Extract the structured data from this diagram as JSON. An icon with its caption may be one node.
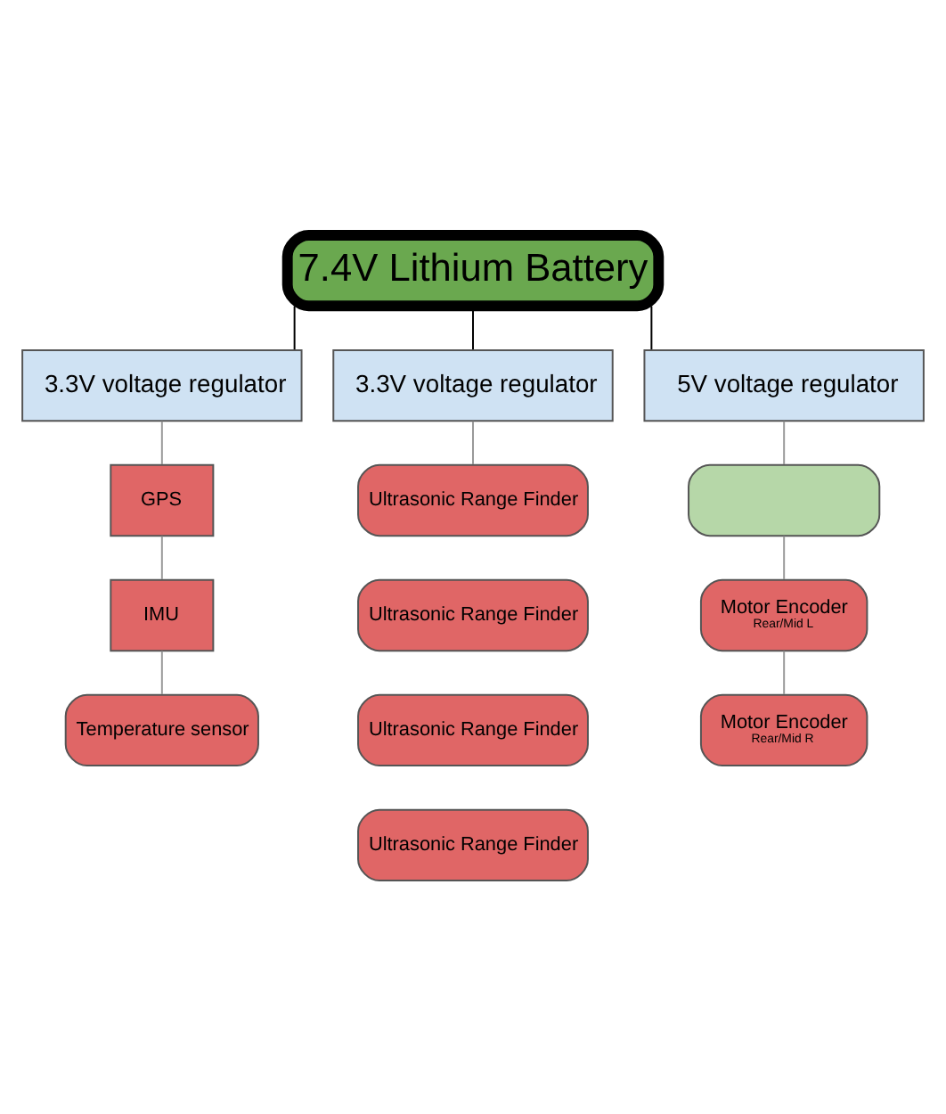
{
  "diagram": {
    "nodes": [
      {
        "text": [
          "7.4V Lithium Battery"
        ]
      },
      {
        "text": [
          "3.3V voltage regulator"
        ]
      },
      {
        "text": [
          "3.3V voltage regulator"
        ]
      },
      {
        "text": [
          "5V voltage regulator"
        ]
      },
      {
        "text": [
          "GPS"
        ]
      },
      {
        "text": [
          "IMU"
        ]
      },
      {
        "text": [
          "Temperature sensor"
        ]
      },
      {
        "text": [
          "Ultrasonic Range Finder"
        ]
      },
      {
        "text": [
          "Ultrasonic Range Finder"
        ]
      },
      {
        "text": [
          "Ultrasonic Range Finder"
        ]
      },
      {
        "text": [
          "Ultrasonic Range Finder"
        ]
      },
      {
        "text": [],
        "shape": "box"
      },
      {
        "text": [
          "Motor Encoder",
          "Rear/Mid L"
        ]
      },
      {
        "text": [
          "Motor Encoder",
          "Rear/Mid R"
        ]
      }
    ],
    "edges": [
      {
        "from": 0,
        "to": 1,
        "arrow": "none",
        "color": "#000000"
      },
      {
        "from": 0,
        "to": 2,
        "arrow": "none",
        "color": "#000000"
      },
      {
        "from": 0,
        "to": 3,
        "arrow": "none",
        "color": "#000000"
      },
      {
        "from": 1,
        "to": 4,
        "arrow": "none"
      },
      {
        "from": 4,
        "to": 5,
        "arrow": "none"
      },
      {
        "from": 5,
        "to": 6,
        "arrow": "none"
      },
      {
        "from": 2,
        "to": 7,
        "arrow": "none"
      },
      {
        "from": 3,
        "to": 11,
        "arrow": "none"
      },
      {
        "from": 11,
        "to": 12,
        "arrow": "none"
      },
      {
        "from": 12,
        "to": 13,
        "arrow": "none"
      }
    ]
  }
}
